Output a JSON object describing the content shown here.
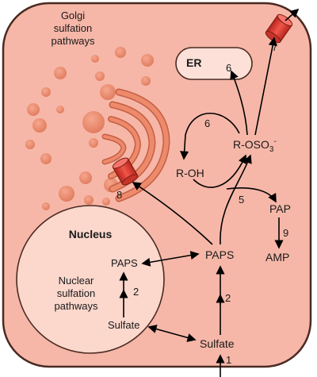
{
  "golgi_title": [
    "Golgi",
    "sulfation",
    "pathways"
  ],
  "er_label": "ER",
  "nucleus": {
    "title": "Nucleus",
    "paps": "PAPS",
    "sulfate": "Sulfate",
    "pathways_label": [
      "Nuclear",
      "sulfation",
      "pathways"
    ]
  },
  "metabolites": {
    "r_oh": "R-OH",
    "r_oso3": "R-OSO",
    "r_oso3_sub": "3",
    "r_oso3_sup": "-",
    "pap": "PAP",
    "amp": "AMP",
    "paps": "PAPS",
    "sulfate": "Sulfate"
  },
  "steps": {
    "s1": "1",
    "s2_cyto": "2",
    "s2_nuc": "2",
    "s5": "5",
    "s6_cycle": "6",
    "s6_er": "6",
    "s7": "7",
    "s8": "8",
    "s9": "9"
  },
  "colors": {
    "cell_fill": "#f6b7a8",
    "cell_stroke": "#4a2a22",
    "organelle": "#ee8a6c",
    "organelle_dark": "#c55f43",
    "nucleus_fill": "#fbd7cc",
    "er_fill": "#fde1d8",
    "transporter": "#e83a2e"
  }
}
